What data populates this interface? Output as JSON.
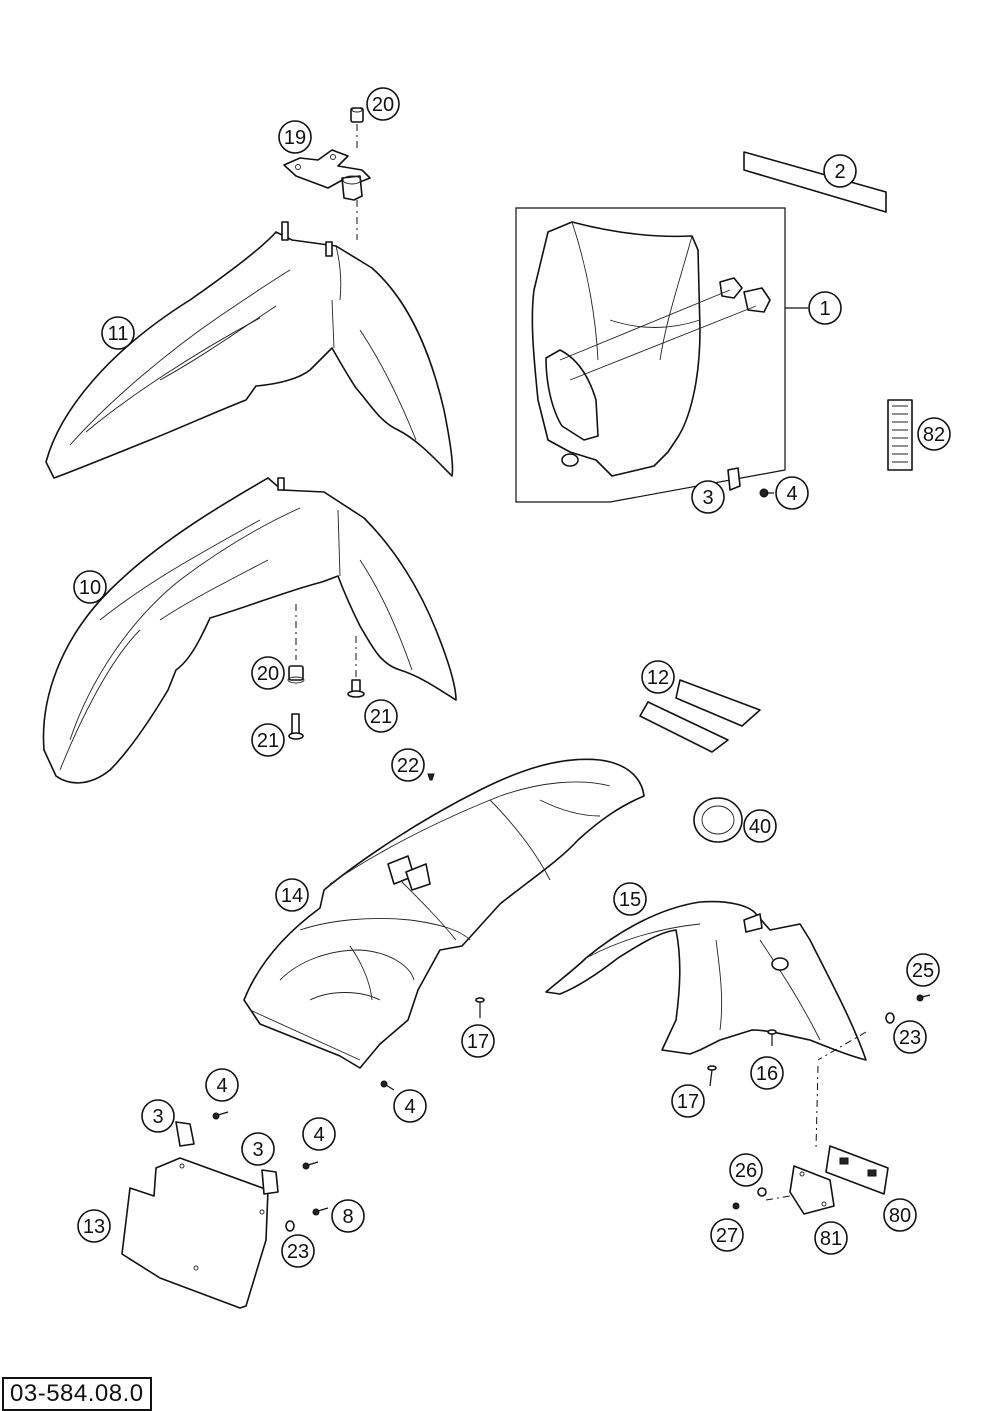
{
  "callouts": {
    "c20_top": "20",
    "c19": "19",
    "c2": "2",
    "c1": "1",
    "c11": "11",
    "c82": "82",
    "c3_top": "3",
    "c4_top": "4",
    "c10": "10",
    "c20_mid": "20",
    "c21_a": "21",
    "c21_b": "21",
    "c12": "12",
    "c22": "22",
    "c40": "40",
    "c14": "14",
    "c15": "15",
    "c25": "25",
    "c23_right": "23",
    "c17_mid": "17",
    "c16": "16",
    "c17_right": "17",
    "c4_a": "4",
    "c4_b": "4",
    "c3_a": "3",
    "c3_b": "3",
    "c4_c": "4",
    "c8": "8",
    "c13": "13",
    "c23_left": "23",
    "c26": "26",
    "c27": "27",
    "c81": "81",
    "c80": "80"
  },
  "document_number": "03-584.08.0"
}
